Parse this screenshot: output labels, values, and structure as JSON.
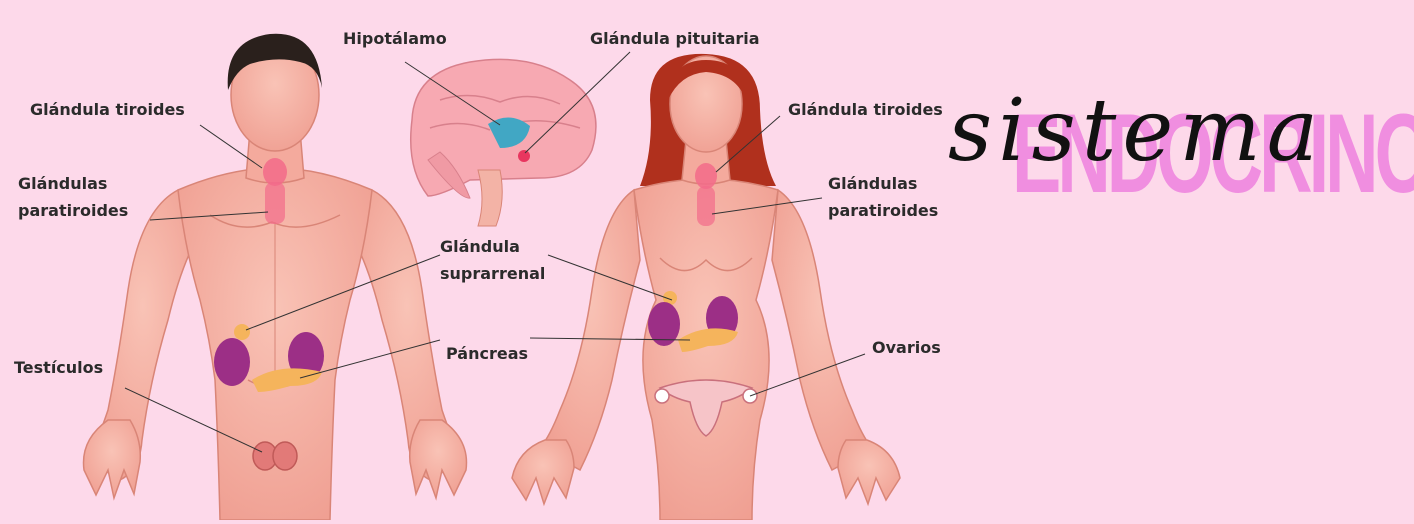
{
  "title": {
    "script_word": "sistema",
    "block_word": "ENDOCRINO"
  },
  "labels": {
    "hypothalamus": "Hipotálamo",
    "pituitary": "Glándula pituitaria",
    "thyroid_left": "Glándula tiroides",
    "parathyroid_left_1": "Glándulas",
    "parathyroid_left_2": "paratiroides",
    "adrenal_1": "Glándula",
    "adrenal_2": "suprarrenal",
    "testicles": "Testículos",
    "pancreas": "Páncreas",
    "thyroid_right": "Glándula tiroides",
    "parathyroid_right_1": "Glándulas",
    "parathyroid_right_2": "paratiroides",
    "ovaries": "Ovarios"
  },
  "colors": {
    "background": "#fdd9ea",
    "skin": "#f6b2a6",
    "skin_shade": "#e58e82",
    "hair_male": "#2a201c",
    "hair_female": "#b0301d",
    "gland": "#f26b8a",
    "kidney": "#9c2f86",
    "pancreas": "#f5b45c",
    "title_pink": "#f08ee0"
  }
}
